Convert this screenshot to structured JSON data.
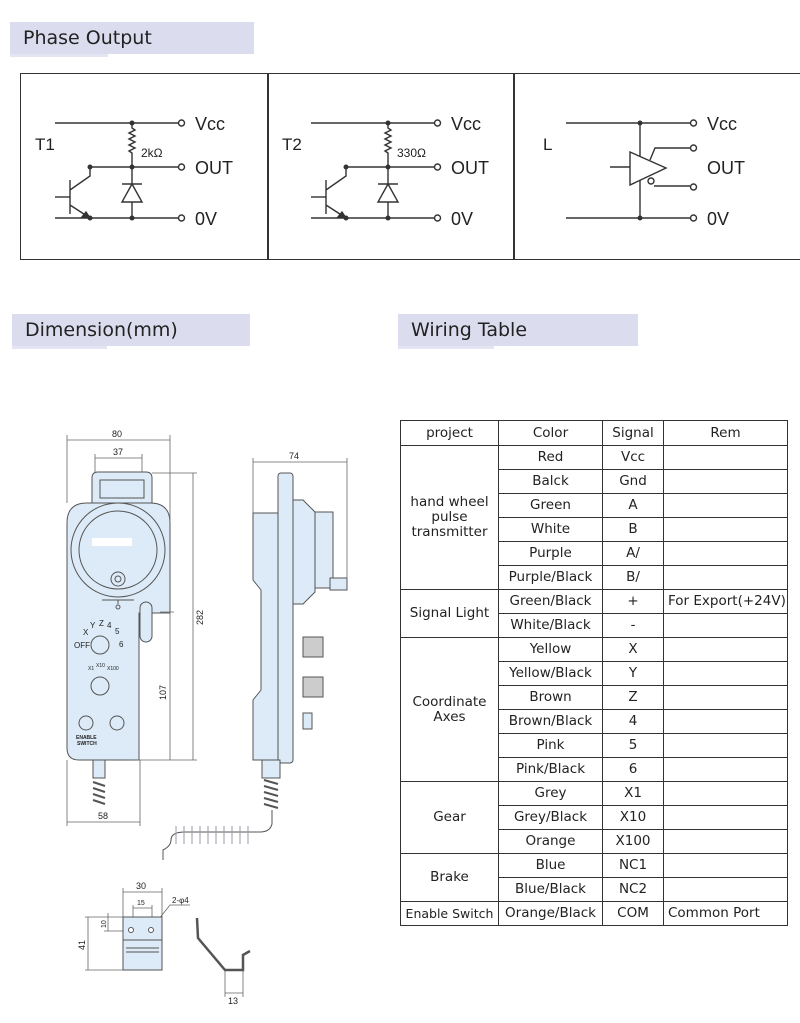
{
  "sections": {
    "phase_output": "Phase Output",
    "dimension": "Dimension(mm)",
    "wiring_table": "Wiring Table"
  },
  "circuits": [
    {
      "name": "T1",
      "resistor": "2kΩ",
      "vcc": "Vcc",
      "out": "OUT",
      "gnd": "0V"
    },
    {
      "name": "T2",
      "resistor": "330Ω",
      "vcc": "Vcc",
      "out": "OUT",
      "gnd": "0V"
    },
    {
      "name": "L",
      "vcc": "Vcc",
      "out": "OUT",
      "gnd": "0V"
    }
  ],
  "dimensions": {
    "width": "80",
    "handle": "37",
    "depth": "74",
    "height": "282",
    "lower": "107",
    "bottom": "58",
    "bracket_width": "30",
    "hole_spacing": "15",
    "holes": "2-φ4",
    "bracket_height": "41",
    "hole_offset": "10",
    "bend": "13",
    "device_labels": {
      "off": "OFF",
      "x": "X",
      "y": "Y",
      "z": "Z",
      "four": "4",
      "five": "5",
      "six": "6",
      "x1": "X1",
      "x10": "X10",
      "x100": "X100",
      "enable": "ENABLE",
      "switch": "SWITCH"
    }
  },
  "table": {
    "headers": [
      "project",
      "Color",
      "Signal",
      "Rem"
    ],
    "groups": [
      {
        "project": "hand wheel pulse transmitter",
        "rows": [
          {
            "color": "Red",
            "signal": "Vcc",
            "rem": ""
          },
          {
            "color": "Balck",
            "signal": "Gnd",
            "rem": ""
          },
          {
            "color": "Green",
            "signal": "A",
            "rem": ""
          },
          {
            "color": "White",
            "signal": "B",
            "rem": ""
          },
          {
            "color": "Purple",
            "signal": "A/",
            "rem": ""
          },
          {
            "color": "Purple/Black",
            "signal": "B/",
            "rem": ""
          }
        ]
      },
      {
        "project": "Signal Light",
        "rows": [
          {
            "color": "Green/Black",
            "signal": "+",
            "rem": "For Export(+24V)"
          },
          {
            "color": "White/Black",
            "signal": "-",
            "rem": ""
          }
        ]
      },
      {
        "project": "Coordinate Axes",
        "rows": [
          {
            "color": "Yellow",
            "signal": "X",
            "rem": ""
          },
          {
            "color": "Yellow/Black",
            "signal": "Y",
            "rem": ""
          },
          {
            "color": "Brown",
            "signal": "Z",
            "rem": ""
          },
          {
            "color": "Brown/Black",
            "signal": "4",
            "rem": ""
          },
          {
            "color": "Pink",
            "signal": "5",
            "rem": ""
          },
          {
            "color": "Pink/Black",
            "signal": "6",
            "rem": ""
          }
        ]
      },
      {
        "project": "Gear",
        "rows": [
          {
            "color": "Grey",
            "signal": "X1",
            "rem": ""
          },
          {
            "color": "Grey/Black",
            "signal": "X10",
            "rem": ""
          },
          {
            "color": "Orange",
            "signal": "X100",
            "rem": ""
          }
        ]
      },
      {
        "project": "Brake",
        "rows": [
          {
            "color": "Blue",
            "signal": "NC1",
            "rem": ""
          },
          {
            "color": "Blue/Black",
            "signal": "NC2",
            "rem": ""
          }
        ]
      },
      {
        "project": "Enable Switch",
        "rows": [
          {
            "color": "Orange/Black",
            "signal": "COM",
            "rem": "Common Port"
          }
        ]
      }
    ]
  },
  "colors": {
    "header_bg": "#dcdcef",
    "device_fill": "#dcebf7",
    "line": "#333333"
  }
}
